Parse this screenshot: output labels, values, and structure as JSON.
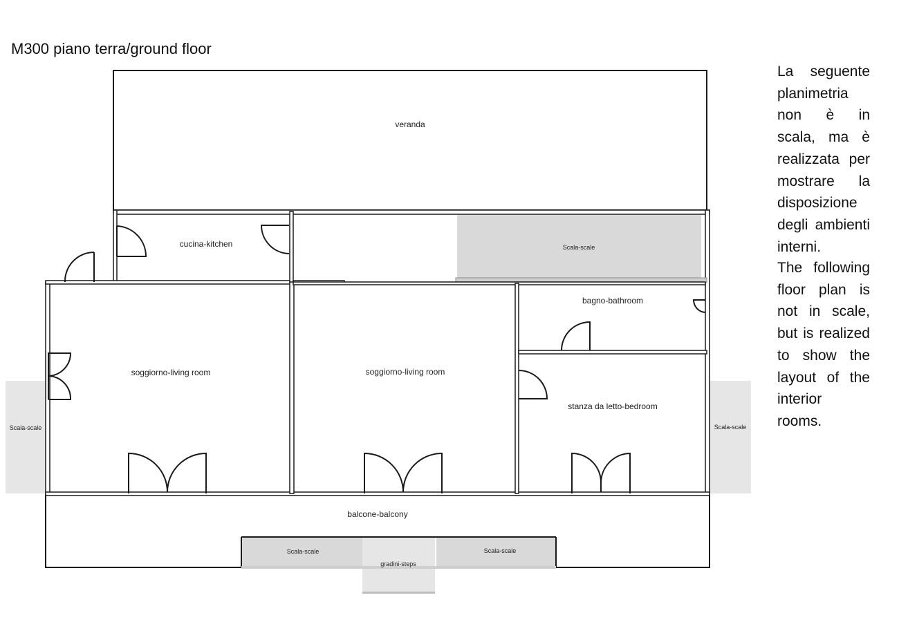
{
  "title": "M300 piano terra/ground floor",
  "note_it": "La seguente planimetria non è in scala, ma è realizzata per mostrare la disposizione degli ambienti interni.",
  "note_en": "The following floor plan is not in scale, but is realized to show the layout of the interior rooms.",
  "rooms": {
    "veranda": "veranda",
    "kitchen": "cucina-kitchen",
    "stairs_top": "Scala-scale",
    "bathroom": "bagno-bathroom",
    "living1": "soggiorno-living room",
    "living2": "soggiorno-living room",
    "bedroom": "stanza da letto-bedroom",
    "stairs_left": "Scala-scale",
    "stairs_right": "Scala-scale",
    "balcony": "balcone-balcony",
    "stairs_bottom_left": "Scala-scale",
    "stairs_bottom_right": "Scala-scale",
    "steps": "gradini-steps"
  }
}
